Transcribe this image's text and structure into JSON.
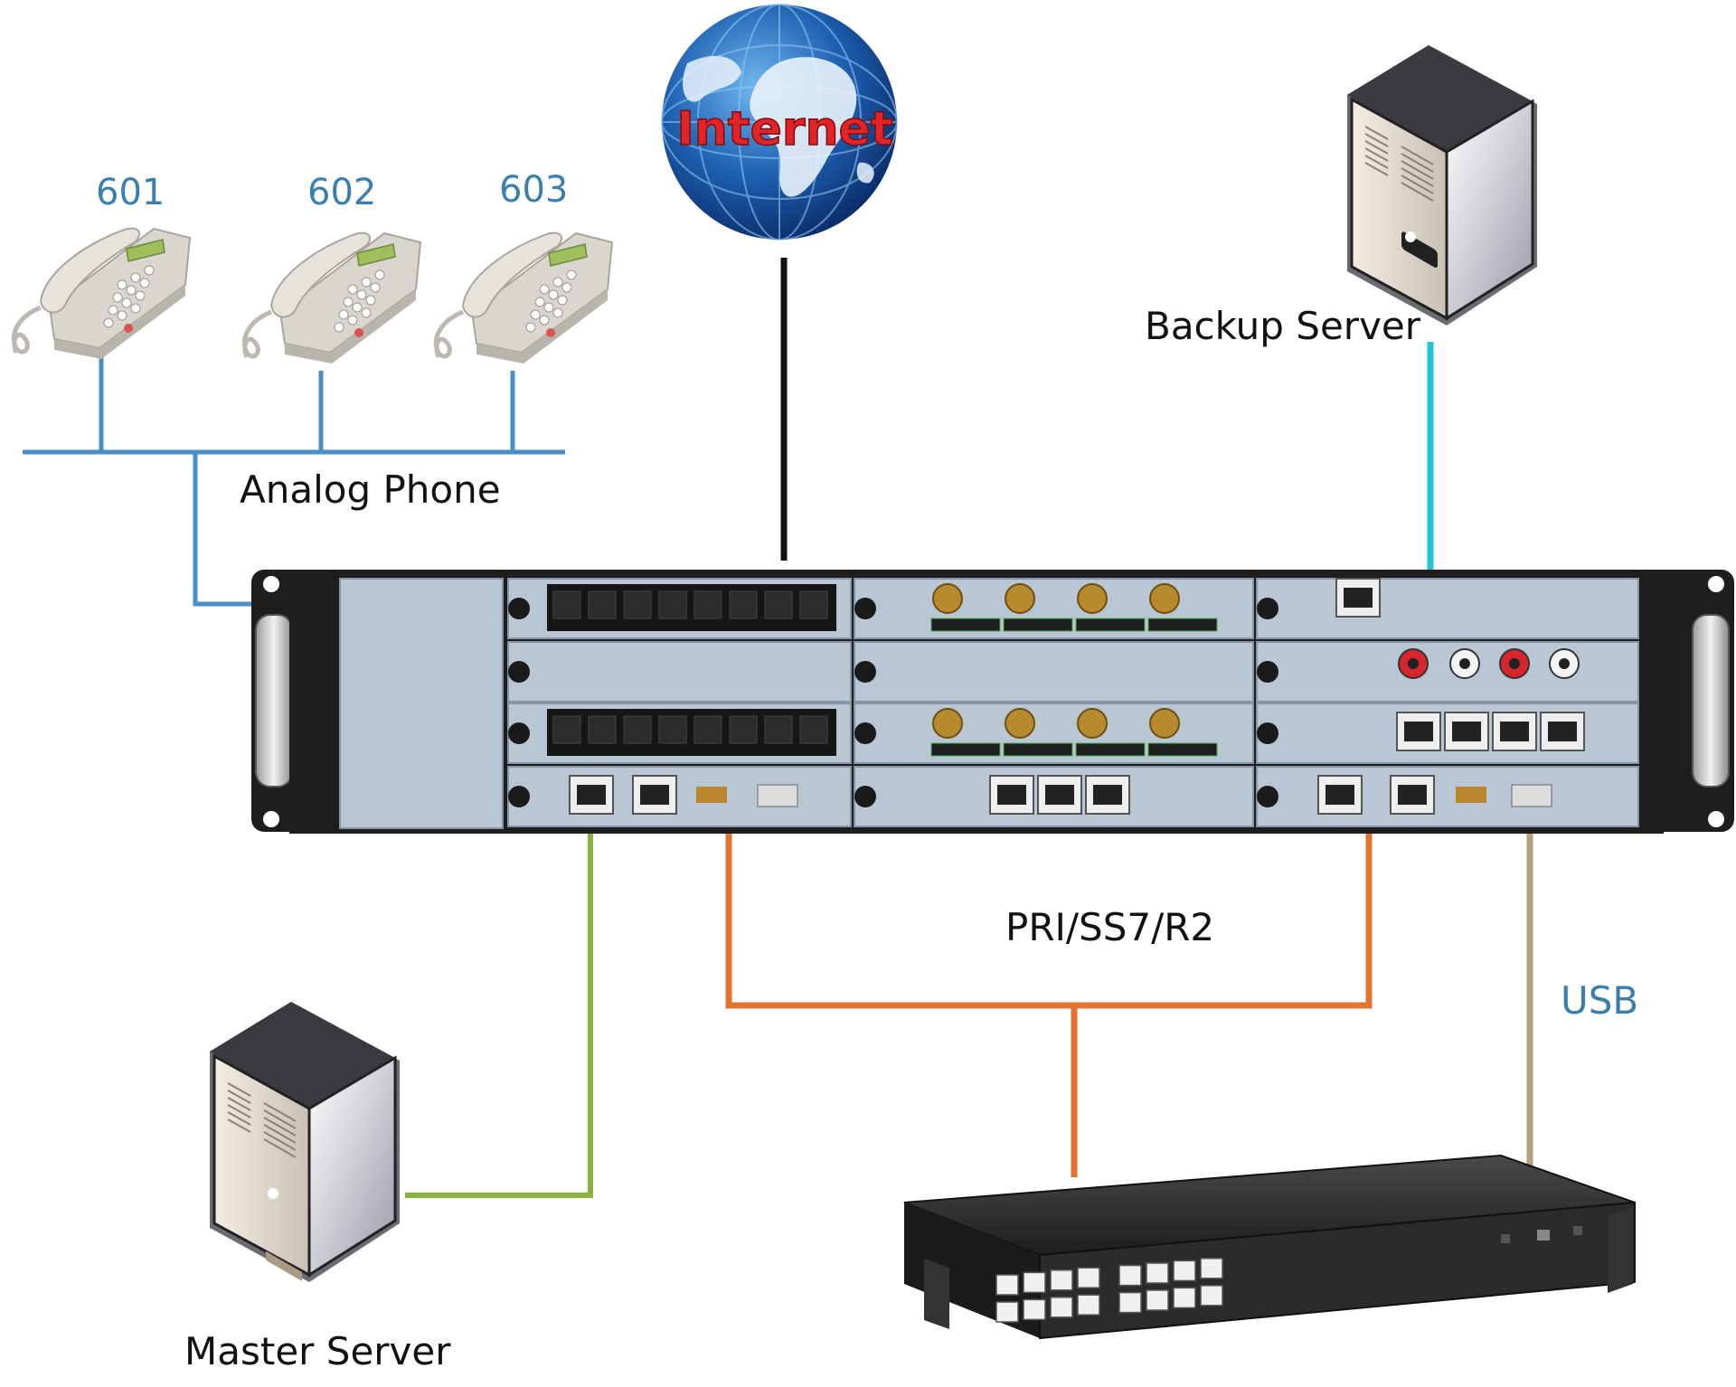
{
  "labels": {
    "ext_601": "601",
    "ext_602": "602",
    "ext_603": "603",
    "analog_phone": "Analog Phone",
    "internet": "Internet",
    "backup_server": "Backup Server",
    "master_server": "Master Server",
    "trunk": "PRI/SS7/R2",
    "usb": "USB"
  },
  "colors": {
    "analog_line": "#4a90c8",
    "internet_line": "#111111",
    "backup_line": "#20c6d8",
    "master_line": "#8bb13e",
    "trunk_line": "#e2742e",
    "usb_line": "#b59f7c",
    "chassis": "#1e1e1e",
    "panel": "#b9c6d4",
    "switch_body": "#2b2b2b"
  },
  "icons": [
    "phone-icon",
    "globe-icon",
    "server-icon",
    "rack-gateway",
    "network-switch"
  ]
}
